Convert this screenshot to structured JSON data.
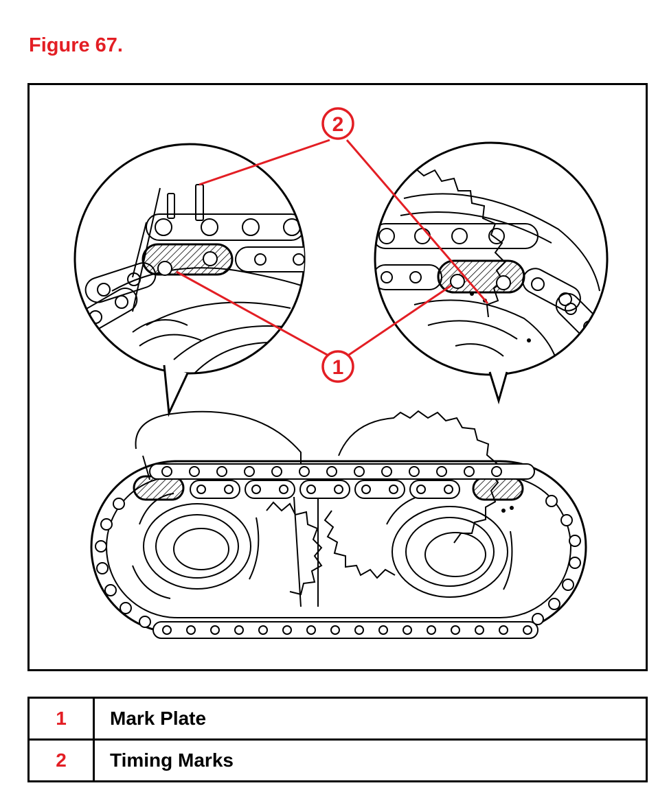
{
  "figure": {
    "title": "Figure 67."
  },
  "callouts": [
    {
      "number": "1"
    },
    {
      "number": "2"
    }
  ],
  "legend": [
    {
      "number": "1",
      "label": "Mark Plate"
    },
    {
      "number": "2",
      "label": "Timing Marks"
    }
  ],
  "colors": {
    "accent": "#e31e24",
    "line": "#000000",
    "background": "#ffffff"
  }
}
